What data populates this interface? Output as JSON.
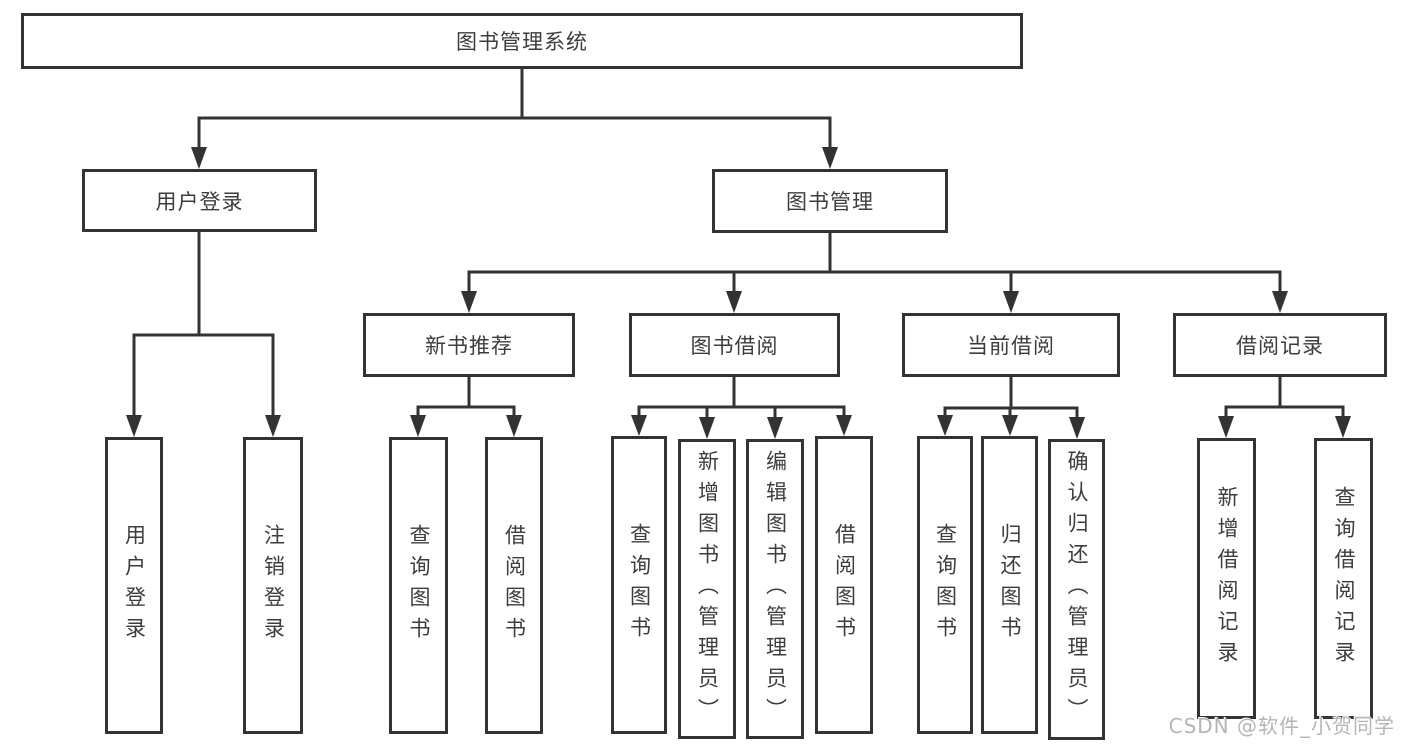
{
  "diagram": {
    "title": "图书管理系统",
    "level2": {
      "user_login": "用户登录",
      "book_mgmt": "图书管理"
    },
    "level3": {
      "new_book": "新书推荐",
      "book_borrow": "图书借阅",
      "current_borrow": "当前借阅",
      "borrow_record": "借阅记录"
    },
    "leaves": {
      "user_login_1": "用户登录",
      "user_login_2": "注销登录",
      "new_book_1": "查询图书",
      "new_book_2": "借阅图书",
      "book_borrow_1": "查询图书",
      "book_borrow_2": "新增图书（管理员）",
      "book_borrow_3": "编辑图书（管理员）",
      "book_borrow_4": "借阅图书",
      "current_borrow_1": "查询图书",
      "current_borrow_2": "归还图书",
      "current_borrow_3": "确认归还（管理员）",
      "borrow_record_1": "新增借阅记录",
      "borrow_record_2": "查询借阅记录"
    }
  },
  "watermark": "CSDN @软件_小贺同学",
  "colors": {
    "line": "#333333",
    "text": "#3d3d3d",
    "box_background": "#ffffff",
    "page_background": "#ffffff",
    "watermark": "#b5b5b5"
  }
}
